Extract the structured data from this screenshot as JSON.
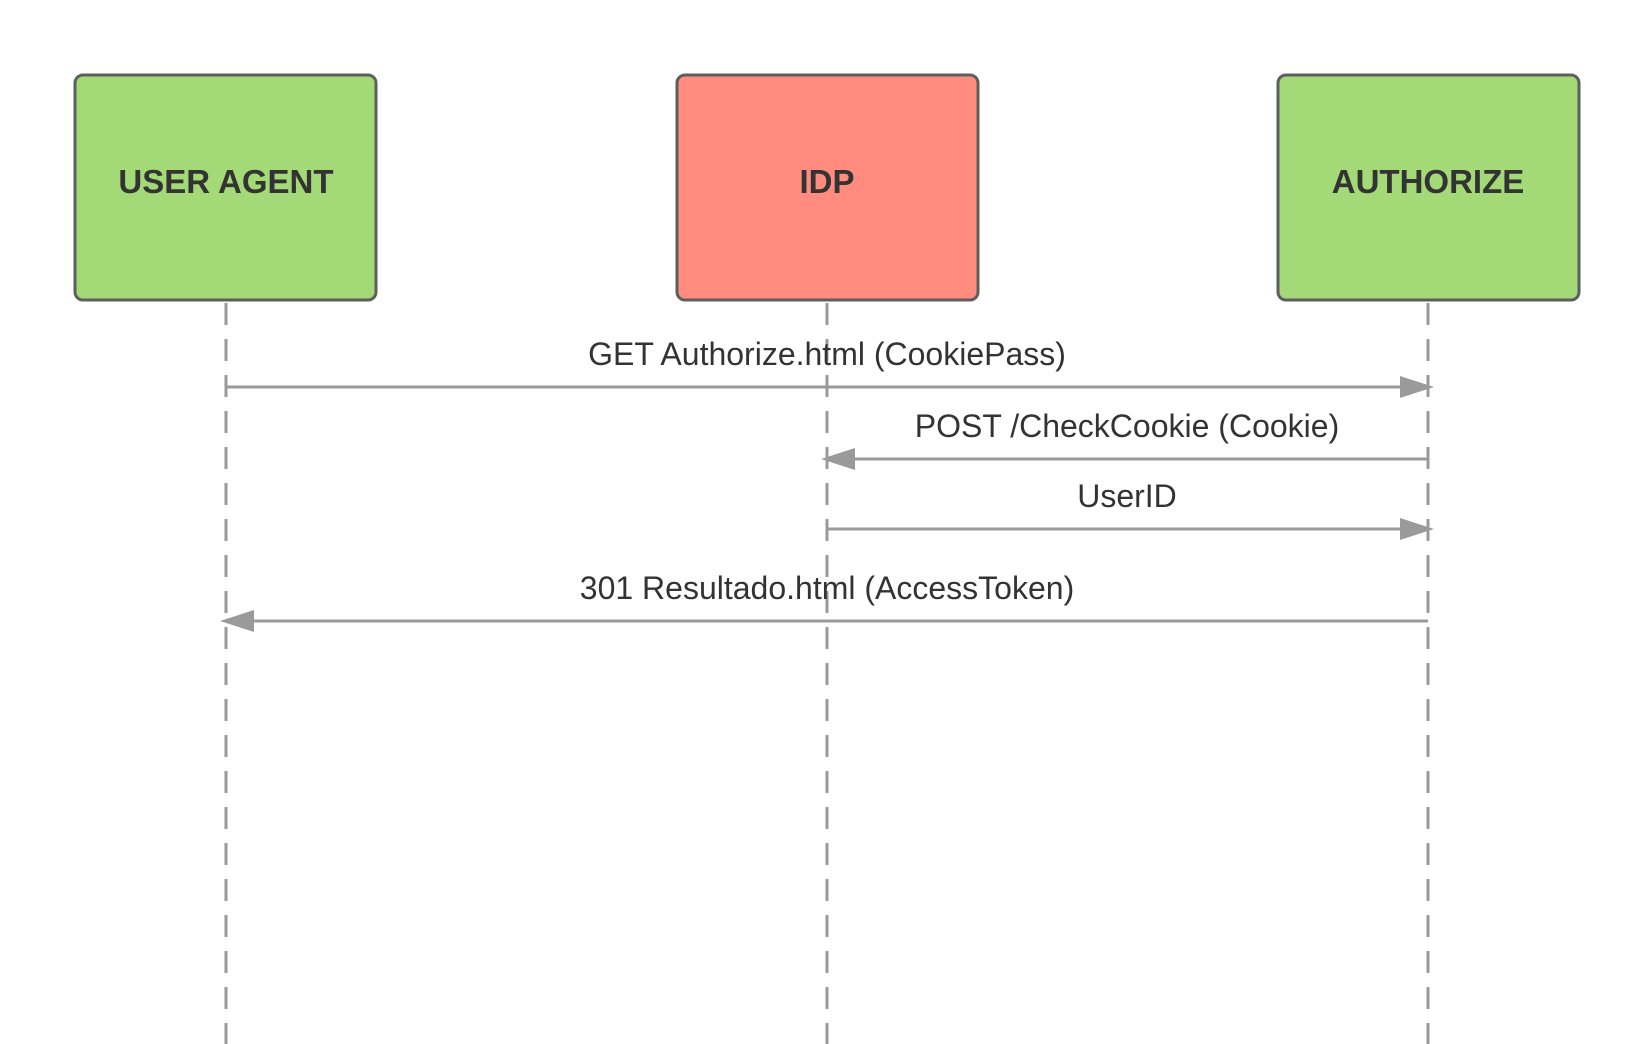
{
  "participants": [
    {
      "id": "user_agent",
      "label": "USER AGENT",
      "color": "#a3d977"
    },
    {
      "id": "idp",
      "label": "IDP",
      "color": "#ff8c7f"
    },
    {
      "id": "authorize",
      "label": "AUTHORIZE",
      "color": "#a3d977"
    }
  ],
  "messages": [
    {
      "label": "GET Authorize.html (CookiePass)",
      "from": "user_agent",
      "to": "authorize"
    },
    {
      "label": "POST /CheckCookie (Cookie)",
      "from": "authorize",
      "to": "idp"
    },
    {
      "label": "UserID",
      "from": "idp",
      "to": "authorize"
    },
    {
      "label": "301 Resultado.html (AccessToken)",
      "from": "authorize",
      "to": "user_agent"
    }
  ],
  "colors": {
    "line": "#9a9a9a",
    "box_border": "#5e5e5e",
    "text": "#333333"
  }
}
